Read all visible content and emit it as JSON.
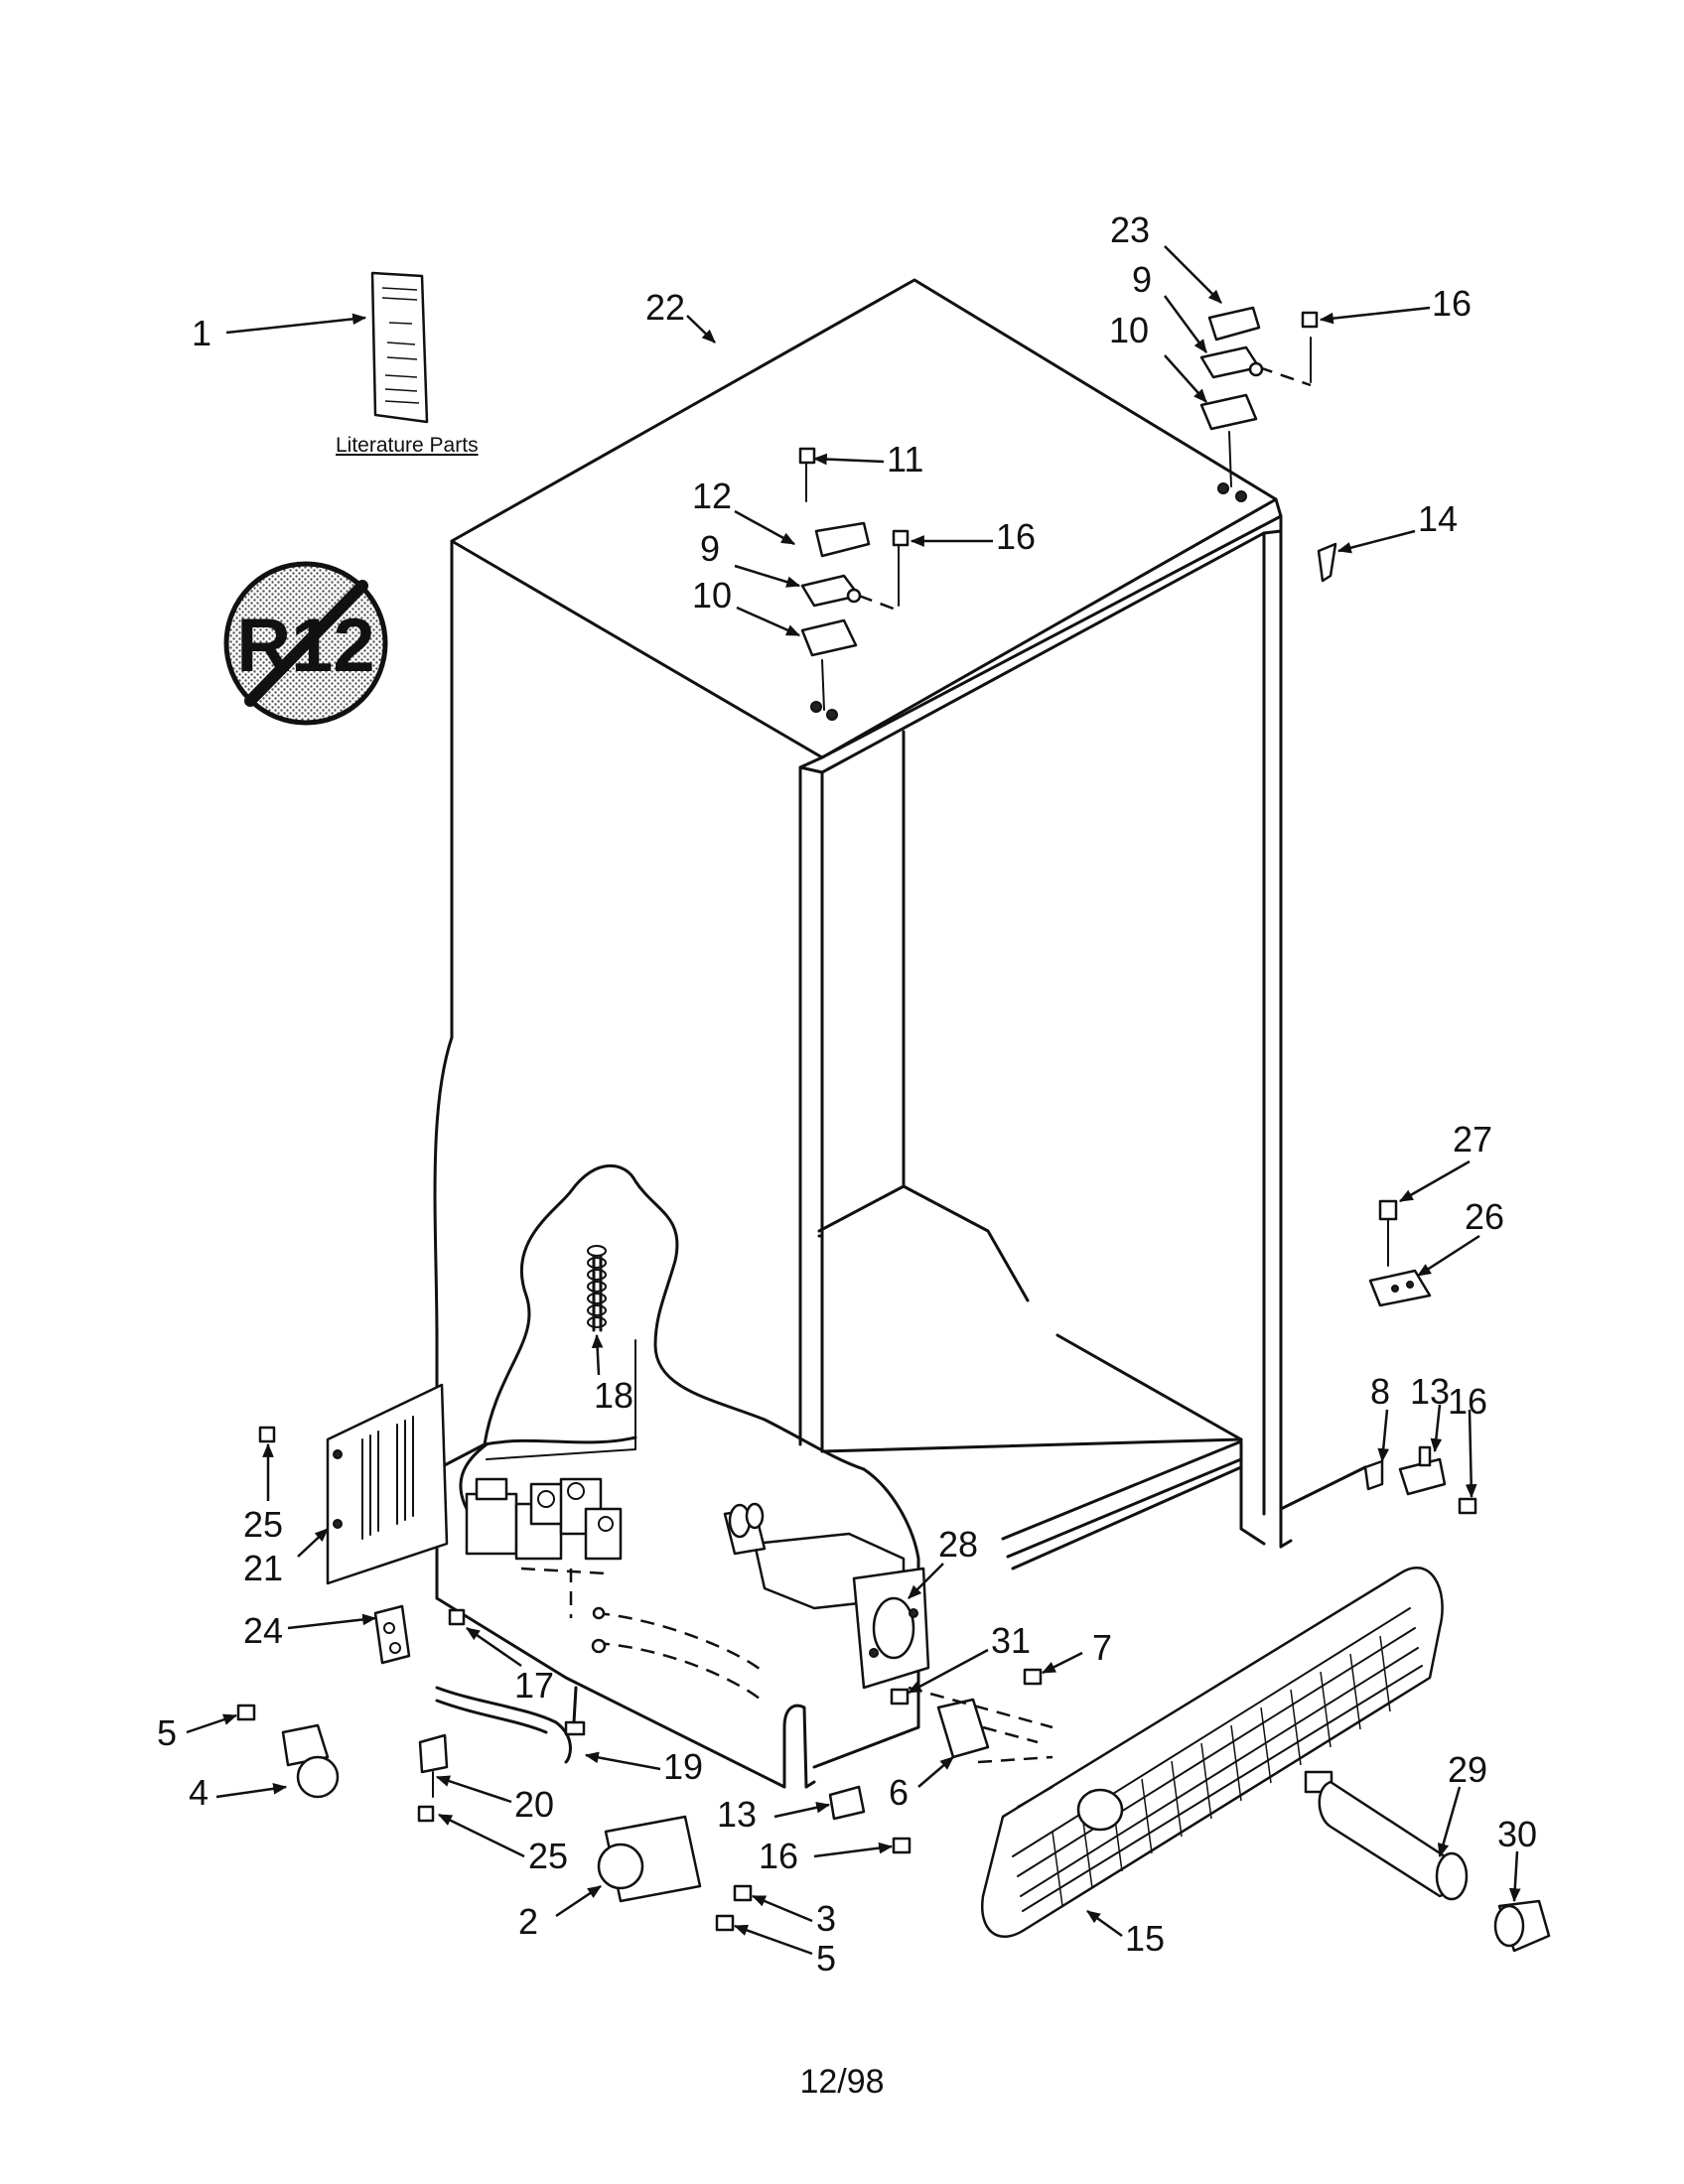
{
  "diagram": {
    "literature_label": "Literature Parts",
    "badge_text": "R12",
    "footer_date": "12/98",
    "callouts": {
      "c1": "1",
      "c22": "22",
      "c23": "23",
      "c9a": "9",
      "c16a": "16",
      "c10a": "10",
      "c11": "11",
      "c12": "12",
      "c16b": "16",
      "c9b": "9",
      "c10b": "10",
      "c14": "14",
      "c27": "27",
      "c26": "26",
      "c8": "8",
      "c13a": "13",
      "c16c": "16",
      "c18": "18",
      "c25a": "25",
      "c21": "21",
      "c28": "28",
      "c24": "24",
      "c17": "17",
      "c31": "31",
      "c7": "7",
      "c5a": "5",
      "c4": "4",
      "c19": "19",
      "c20": "20",
      "c6": "6",
      "c29": "29",
      "c30": "30",
      "c13b": "13",
      "c16d": "16",
      "c25b": "25",
      "c3": "3",
      "c2": "2",
      "c5b": "5",
      "c15": "15"
    }
  }
}
